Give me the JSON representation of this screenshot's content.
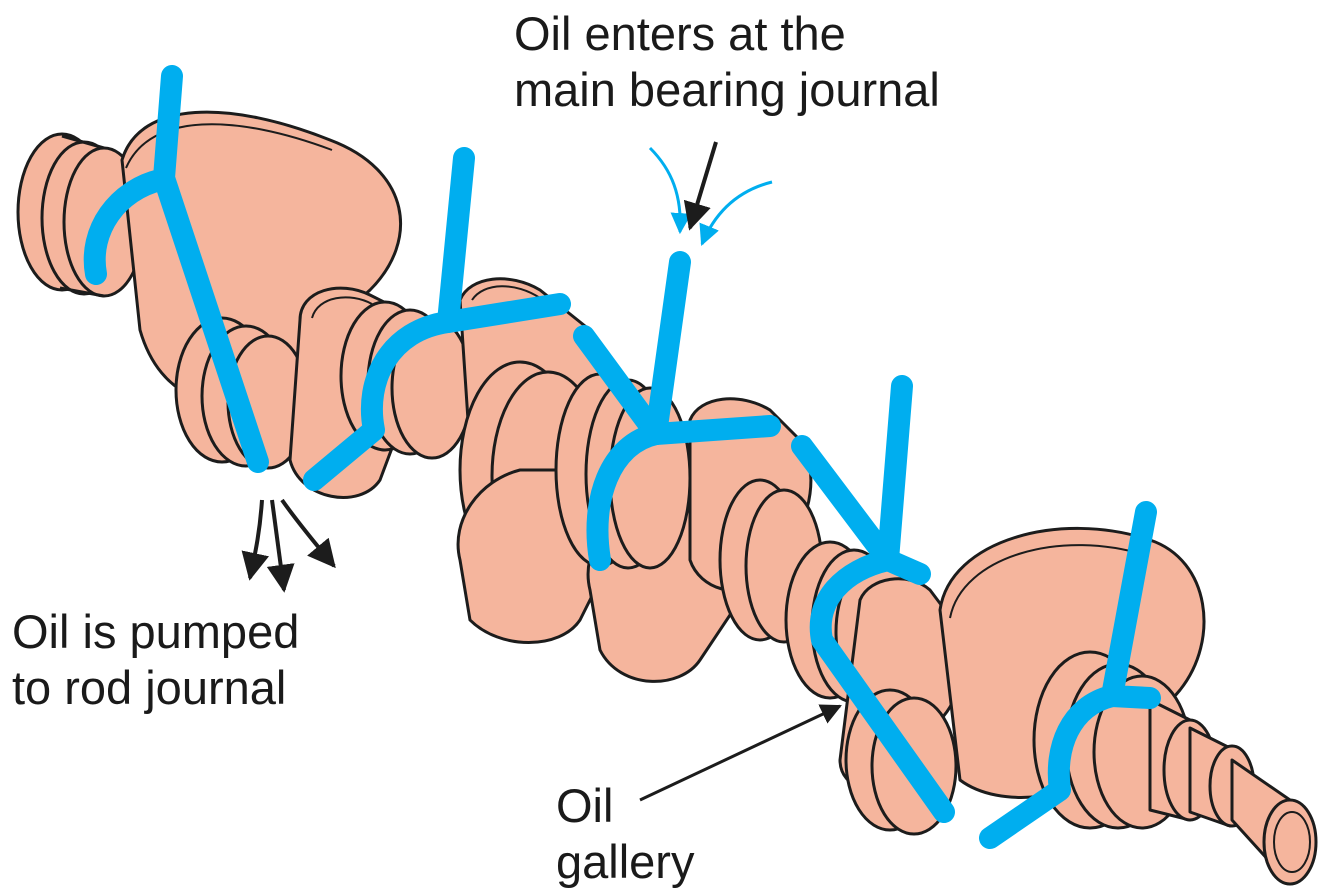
{
  "colors": {
    "metal_fill": "#f5b59d",
    "metal_outline": "#1c1c1c",
    "oil_passage": "#00aeef",
    "label_text": "#1a1a1a",
    "background": "#ffffff"
  },
  "labels": {
    "oil_enters": {
      "line1": "Oil enters at the",
      "line2": "main bearing journal"
    },
    "oil_pumped": {
      "line1": "Oil is pumped",
      "line2": "to rod journal"
    },
    "oil_gallery": {
      "line1": "Oil",
      "line2": "gallery"
    }
  }
}
